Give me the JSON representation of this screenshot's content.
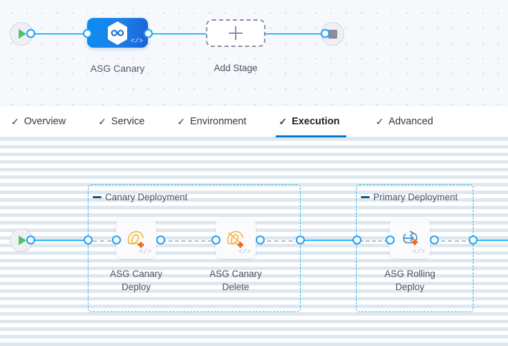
{
  "theme": {
    "accent_blue": "#29b6f6",
    "stage_gradient_from": "#0b8ef0",
    "stage_gradient_to": "#1a62d6",
    "group_border": "#2bb0f0",
    "tab_active_underline": "#0278d5",
    "start_icon_green": "#4ec26a",
    "stop_icon_gray": "#8c8ca0",
    "aws_orange": "#f58536",
    "aws_yellow": "#f5b73d"
  },
  "stage_canvas": {
    "start_node": {
      "icon": "play-icon"
    },
    "end_node": {
      "icon": "stop-icon"
    },
    "stages": [
      {
        "label": "ASG Canary",
        "icon": "harness-hexagon-infinity-icon",
        "code_badge": "</>",
        "selected": true
      }
    ],
    "add_stage": {
      "label": "Add Stage",
      "icon": "plus-icon"
    }
  },
  "tabs": [
    {
      "label": "Overview",
      "icon": "check-icon",
      "active": false
    },
    {
      "label": "Service",
      "icon": "check-icon",
      "active": false
    },
    {
      "label": "Environment",
      "icon": "check-icon",
      "active": false
    },
    {
      "label": "Execution",
      "icon": "check-icon",
      "active": true
    },
    {
      "label": "Advanced",
      "icon": "check-icon",
      "active": false
    }
  ],
  "execution_canvas": {
    "start_node": {
      "icon": "play-icon"
    },
    "groups": [
      {
        "title": "Canary Deployment",
        "collapse_icon": "dash-icon",
        "steps": [
          {
            "label_line1": "ASG Canary",
            "label_line2": "Deploy",
            "icon": "asg-canary-deploy-icon",
            "code_badge": "</>"
          },
          {
            "label_line1": "ASG Canary",
            "label_line2": "Delete",
            "icon": "asg-canary-delete-icon",
            "code_badge": "</>"
          }
        ]
      },
      {
        "title": "Primary Deployment",
        "collapse_icon": "dash-icon",
        "steps": [
          {
            "label_line1": "ASG Rolling",
            "label_line2": "Deploy",
            "icon": "asg-rolling-deploy-icon",
            "code_badge": "</>"
          }
        ]
      }
    ]
  }
}
